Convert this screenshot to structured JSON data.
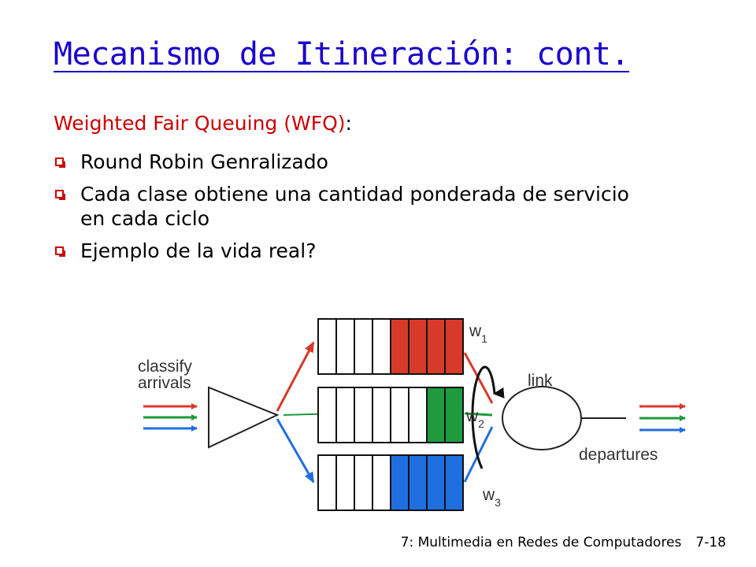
{
  "slide": {
    "title": "Mecanismo de Itineración: cont.",
    "subtitle_highlight": "Weighted Fair Queuing (WFQ)",
    "subtitle_suffix": ":",
    "bullets": [
      "Round Robin Genralizado",
      "Cada clase obtiene una cantidad ponderada de servicio en cada ciclo",
      "Ejemplo de la vida real?"
    ],
    "footer": "7: Multimedia en Redes de Computadores",
    "slide_number": "7-18"
  },
  "diagram": {
    "classify_label_line1": "classify",
    "classify_label_line2": "arrivals",
    "link_label": "link",
    "departures_label": "departures",
    "weights": [
      {
        "w": "w",
        "sub": "1"
      },
      {
        "w": "w",
        "sub": "2"
      },
      {
        "w": "w",
        "sub": "3"
      }
    ],
    "queues": [
      {
        "class": "red",
        "filled_slots": 4
      },
      {
        "class": "green",
        "filled_slots": 2
      },
      {
        "class": "blue",
        "filled_slots": 4
      }
    ],
    "colors": {
      "red": "#d83a2a",
      "green": "#1f9a3c",
      "blue": "#1f6fe0",
      "title": "#1a00cc",
      "accent": "#cc0000"
    }
  }
}
